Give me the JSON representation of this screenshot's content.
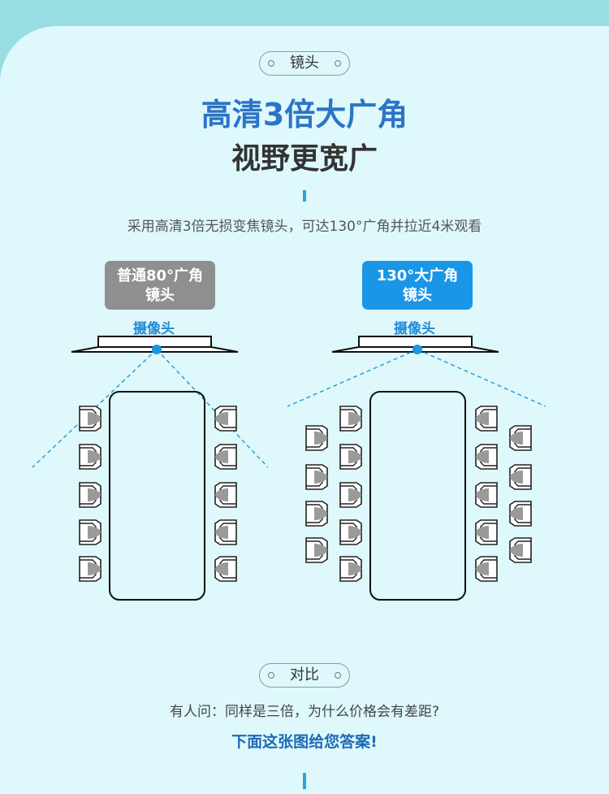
{
  "section1": {
    "pill": "镜头",
    "title": "高清3倍大广角",
    "subtitle": "视野更宽广",
    "description": "采用高清3倍无损变焦镜头，可达130°广角并拉近4米观看"
  },
  "left": {
    "tag": "普通80°广角\n镜头",
    "tag_line1": "普通80°广角",
    "tag_line2": "镜头",
    "camera": "摄像头",
    "tag_color": "#8f8f8f"
  },
  "right": {
    "tag_line1": "130°大广角",
    "tag_line2": "镜头",
    "camera": "摄像头",
    "tag_color": "#1a96e6"
  },
  "section2": {
    "pill": "对比",
    "question": "有人问：同样是三倍，为什么价格会有差距?",
    "answer": "下面这张图给您答案!"
  },
  "colors": {
    "accent": "#2aa4e0",
    "title_blue": "#2c74c6"
  }
}
